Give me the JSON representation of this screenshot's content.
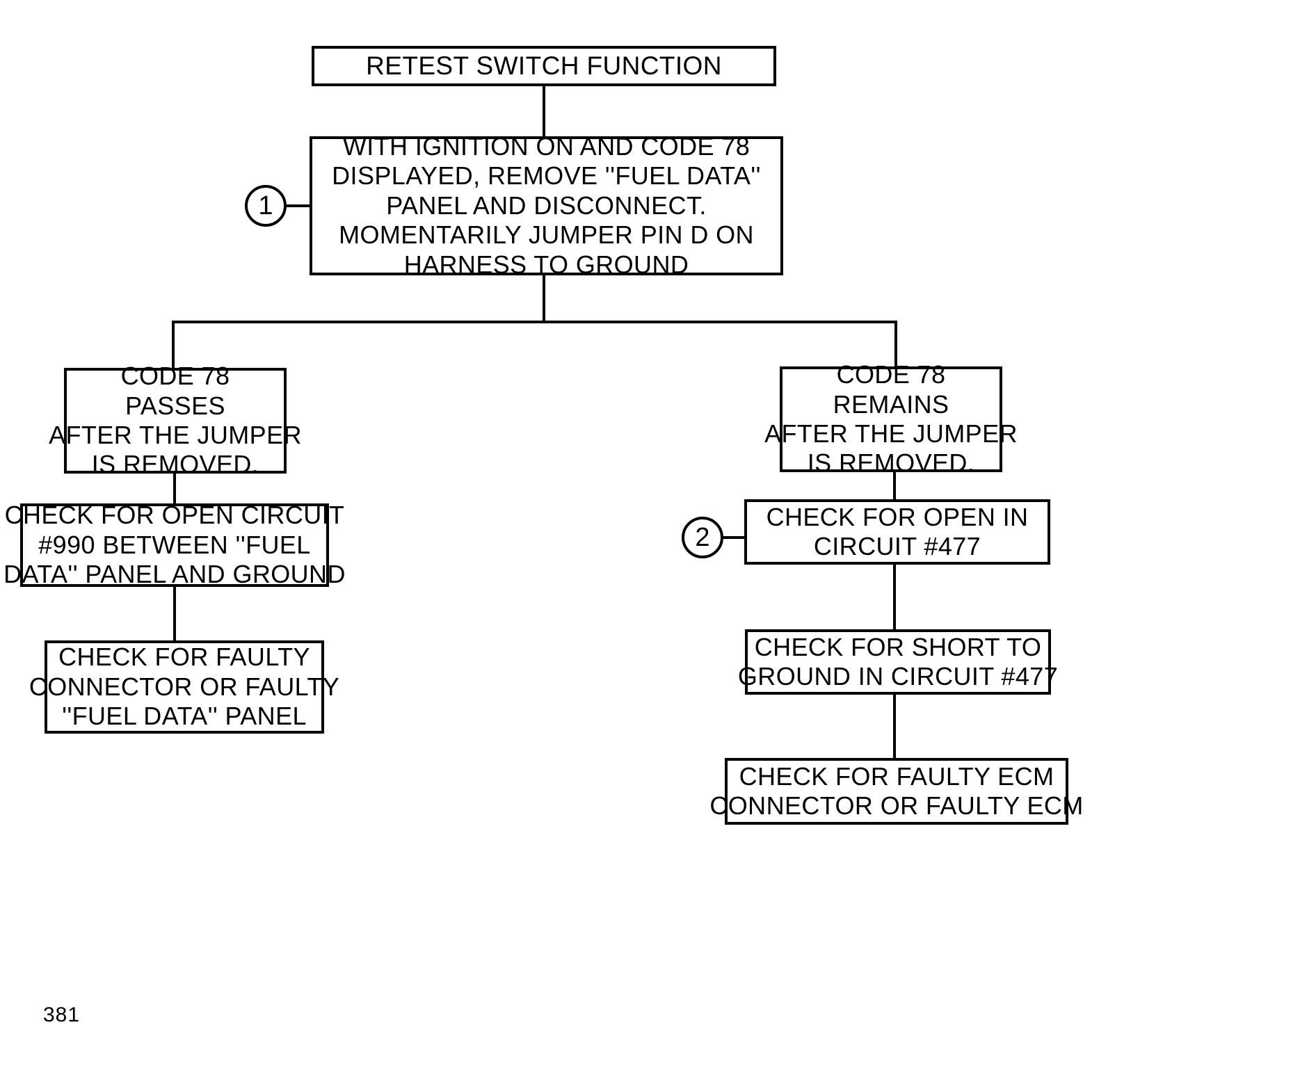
{
  "document": {
    "page_number": "381",
    "ink_color": "#000000",
    "paper_color": "#ffffff"
  },
  "diagram": {
    "type": "flowchart",
    "title_box": {
      "lines": [
        "RETEST SWITCH FUNCTION"
      ]
    },
    "step_markers": [
      {
        "label": "1",
        "attached_to": "instruction-box"
      },
      {
        "label": "2",
        "attached_to": "check-open-477-box"
      }
    ],
    "nodes": [
      {
        "id": "instruction-box",
        "lines": [
          "WITH IGNITION ON AND CODE 78",
          "DISPLAYED, REMOVE ''FUEL DATA''",
          "PANEL AND DISCONNECT.",
          "MOMENTARILY JUMPER PIN D ON",
          "HARNESS TO GROUND"
        ]
      },
      {
        "id": "code78-passes-box",
        "lines": [
          "CODE 78",
          "PASSES",
          "AFTER THE JUMPER",
          "IS REMOVED."
        ]
      },
      {
        "id": "open-circuit-990-box",
        "lines": [
          "CHECK FOR OPEN CIRCUIT",
          "#990 BETWEEN ''FUEL",
          "DATA'' PANEL AND GROUND"
        ]
      },
      {
        "id": "faulty-connector-panel-box",
        "lines": [
          "CHECK FOR FAULTY",
          "CONNECTOR OR FAULTY",
          "''FUEL DATA'' PANEL"
        ]
      },
      {
        "id": "code78-remains-box",
        "lines": [
          "CODE 78",
          "REMAINS",
          "AFTER THE JUMPER",
          "IS REMOVED."
        ]
      },
      {
        "id": "check-open-477-box",
        "lines": [
          "CHECK FOR OPEN IN",
          "CIRCUIT #477"
        ]
      },
      {
        "id": "short-to-ground-477-box",
        "lines": [
          "CHECK FOR SHORT TO",
          "GROUND IN CIRCUIT #477"
        ]
      },
      {
        "id": "faulty-ecm-box",
        "lines": [
          "CHECK FOR FAULTY ECM",
          "CONNECTOR OR FAULTY ECM"
        ]
      }
    ]
  }
}
